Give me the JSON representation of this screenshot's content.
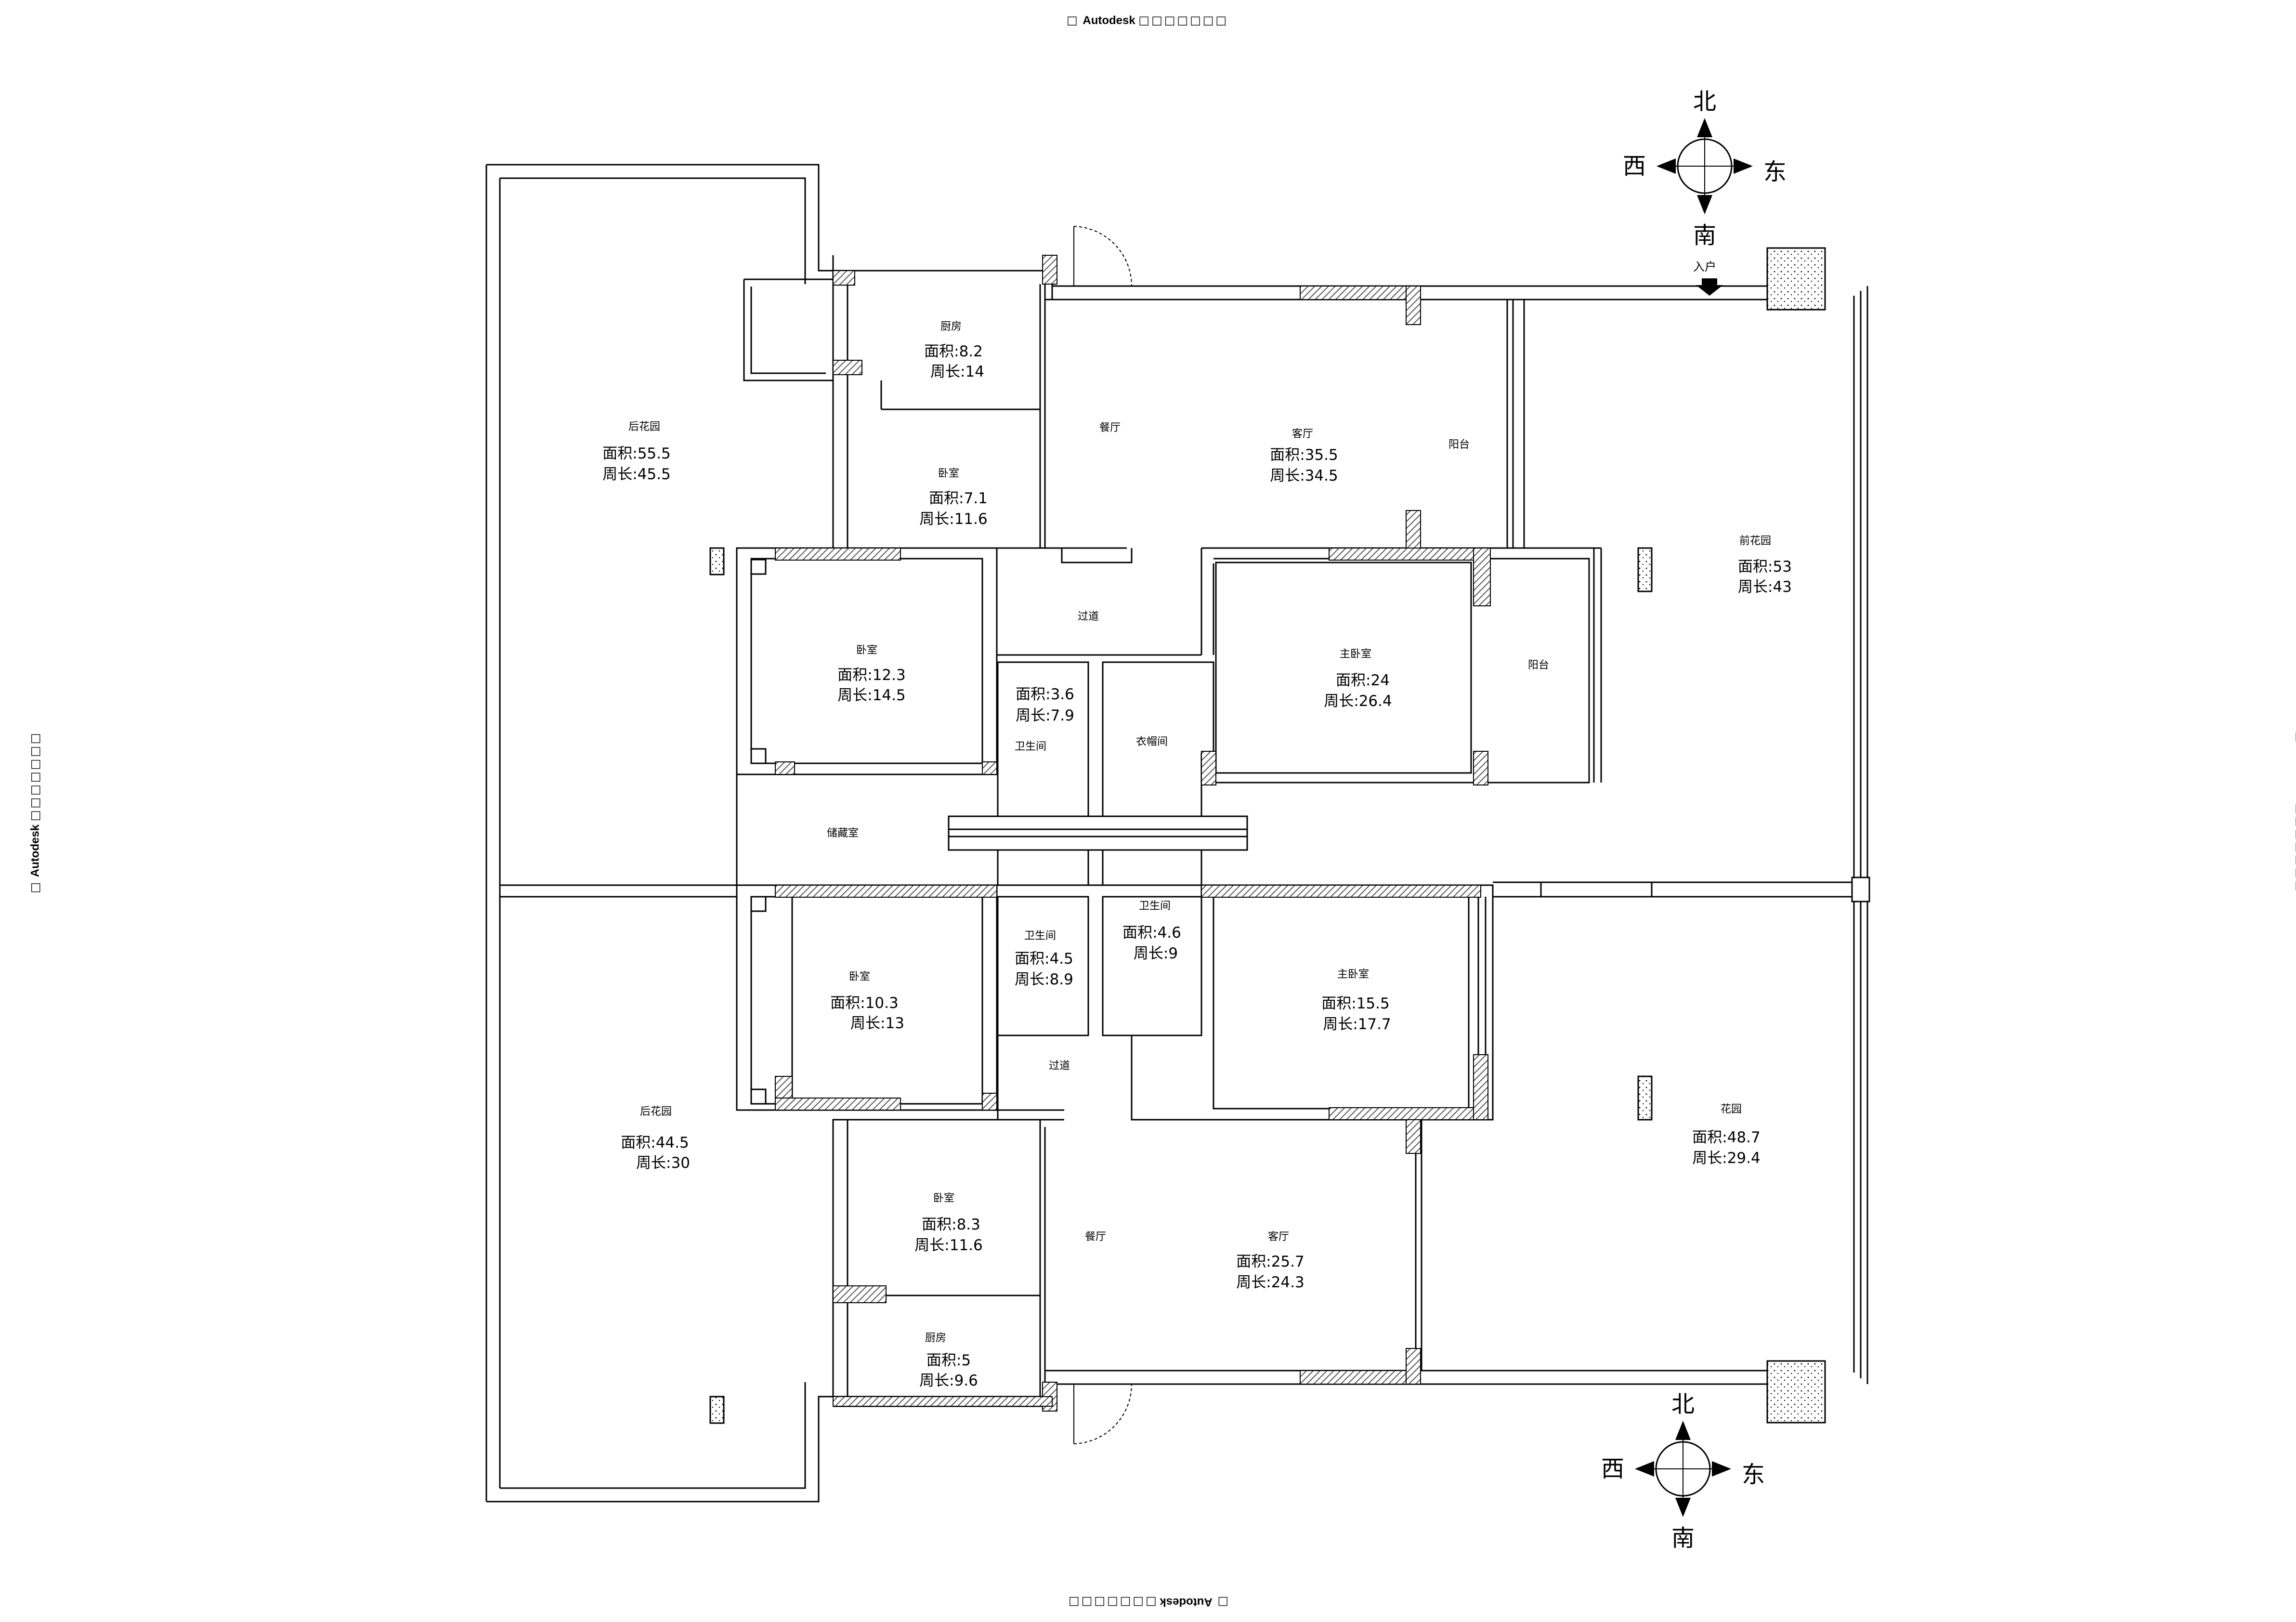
{
  "watermark": {
    "box_left": "□",
    "brand": "Autodesk",
    "box_right": "□□□□□□□"
  },
  "compass_north": {
    "n": "北",
    "s": "南",
    "e": "东",
    "w": "西"
  },
  "compass_south": {
    "n": "北",
    "s": "南",
    "e": "东",
    "w": "西"
  },
  "entry_label": "入户",
  "rooms": [
    {
      "name": "厨房",
      "area": "面积:8.2",
      "perim": "周长:14"
    },
    {
      "name": "卧室",
      "area": "面积:7.1",
      "perim": "周长:11.6"
    },
    {
      "name": "后花园",
      "area": "面积:55.5",
      "perim": "周长:45.5"
    },
    {
      "name": "客厅",
      "area": "面积:35.5",
      "perim": "周长:34.5"
    },
    {
      "name": "卧室",
      "area": "面积:12.3",
      "perim": "周长:14.5"
    },
    {
      "name": "",
      "area": "面积:3.6",
      "perim": "周长:7.9"
    },
    {
      "name": "主卧室",
      "area": "面积:24",
      "perim": "周长:26.4"
    },
    {
      "name": "前花园",
      "area": "面积:53",
      "perim": "周长:43"
    },
    {
      "name": "卫生间",
      "area": "面积:4.5",
      "perim": "周长:8.9"
    },
    {
      "name": "卫生间",
      "area": "面积:4.6",
      "perim": "周长:9"
    },
    {
      "name": "卧室",
      "area": "面积:10.3",
      "perim": "周长:13"
    },
    {
      "name": "主卧室",
      "area": "面积:15.5",
      "perim": "周长:17.7"
    },
    {
      "name": "后花园",
      "area": "面积:44.5",
      "perim": "周长:30"
    },
    {
      "name": "花园",
      "area": "面积:48.7",
      "perim": "周长:29.4"
    },
    {
      "name": "卧室",
      "area": "面积:8.3",
      "perim": "周长:11.6"
    },
    {
      "name": "客厅",
      "area": "面积:25.7",
      "perim": "周长:24.3"
    },
    {
      "name": "厨房",
      "area": "面积:5",
      "perim": "周长:9.6"
    }
  ],
  "labels": [
    "餐厅",
    "阳台",
    "过道",
    "卫生间",
    "衣帽间",
    "阳台",
    "储藏室",
    "过道",
    "餐厅"
  ]
}
